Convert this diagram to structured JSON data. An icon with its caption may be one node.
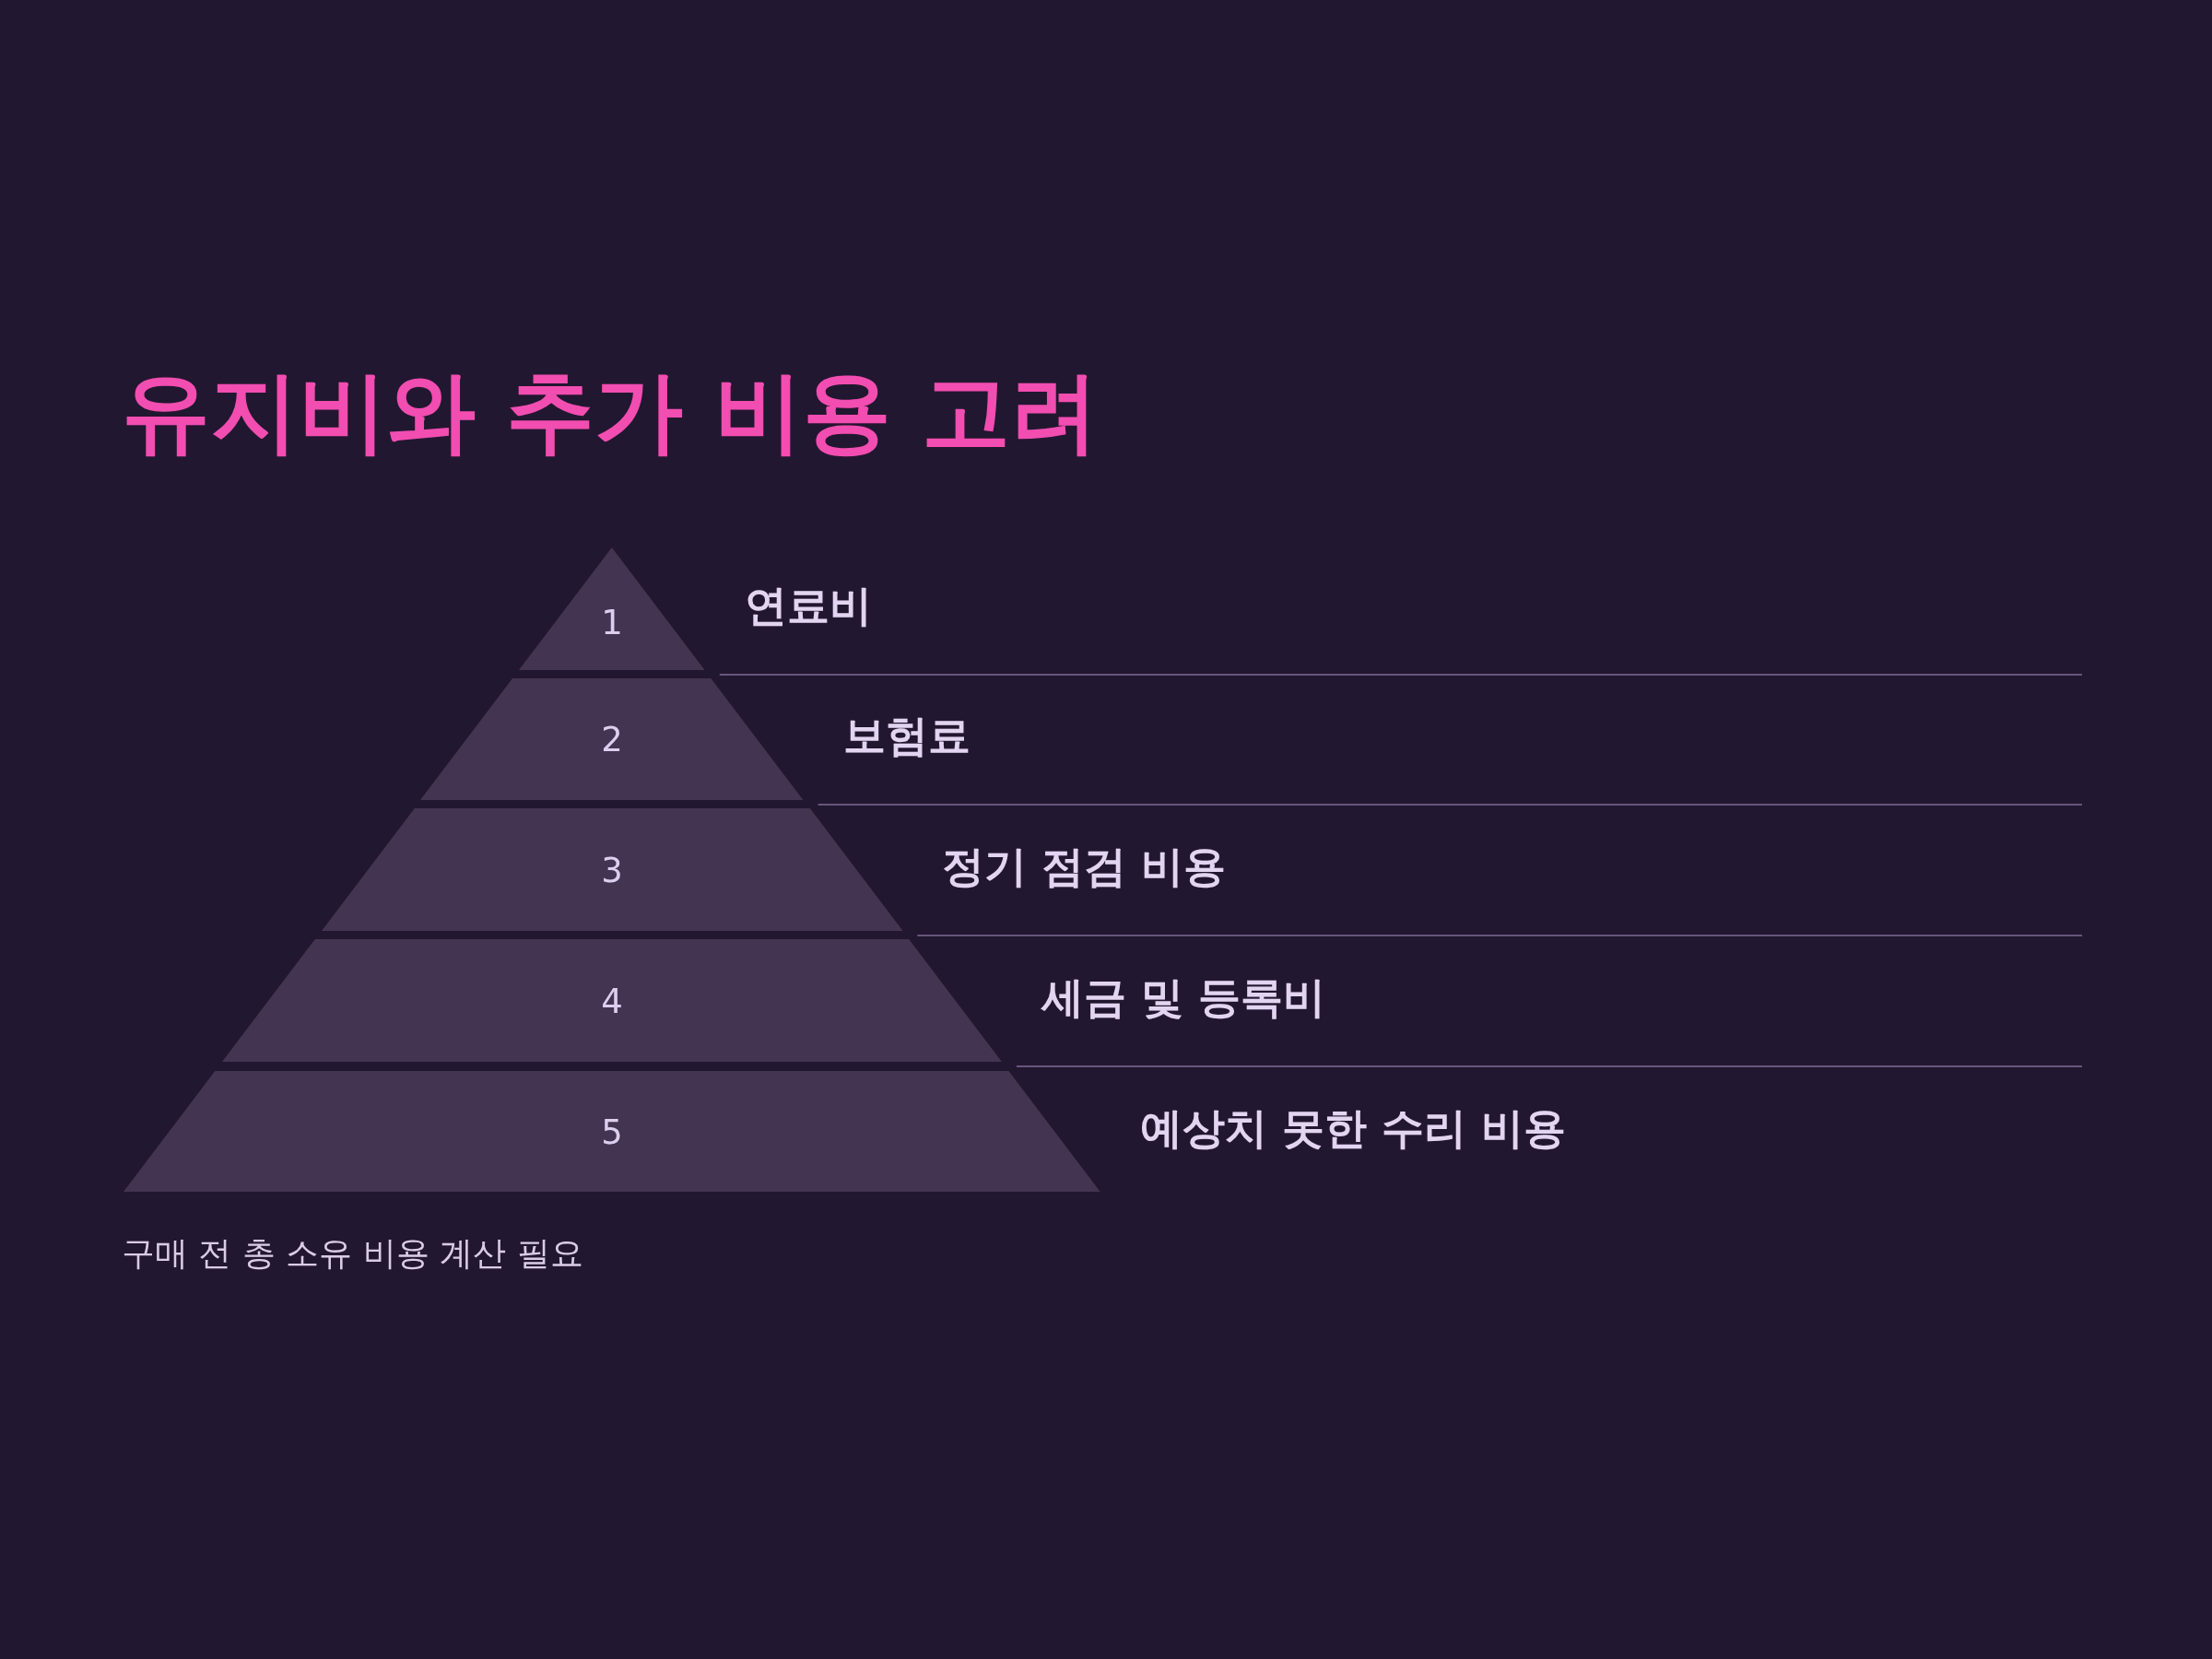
{
  "diagram": {
    "title": "유지비와 추가 비용 고려",
    "nodes": [
      {
        "text": [
          "1"
        ],
        "beside": [
          "연료비"
        ]
      },
      {
        "text": [
          "2"
        ],
        "beside": [
          "보험료"
        ]
      },
      {
        "text": [
          "3"
        ],
        "beside": [
          "정기 점검 비용"
        ]
      },
      {
        "text": [
          "4"
        ],
        "beside": [
          "세금 및 등록비"
        ]
      },
      {
        "text": [
          "5"
        ],
        "beside": [
          "예상치 못한 수리 비용"
        ]
      }
    ],
    "caption": "구매 전 총 소유 비용 계산 필요"
  }
}
